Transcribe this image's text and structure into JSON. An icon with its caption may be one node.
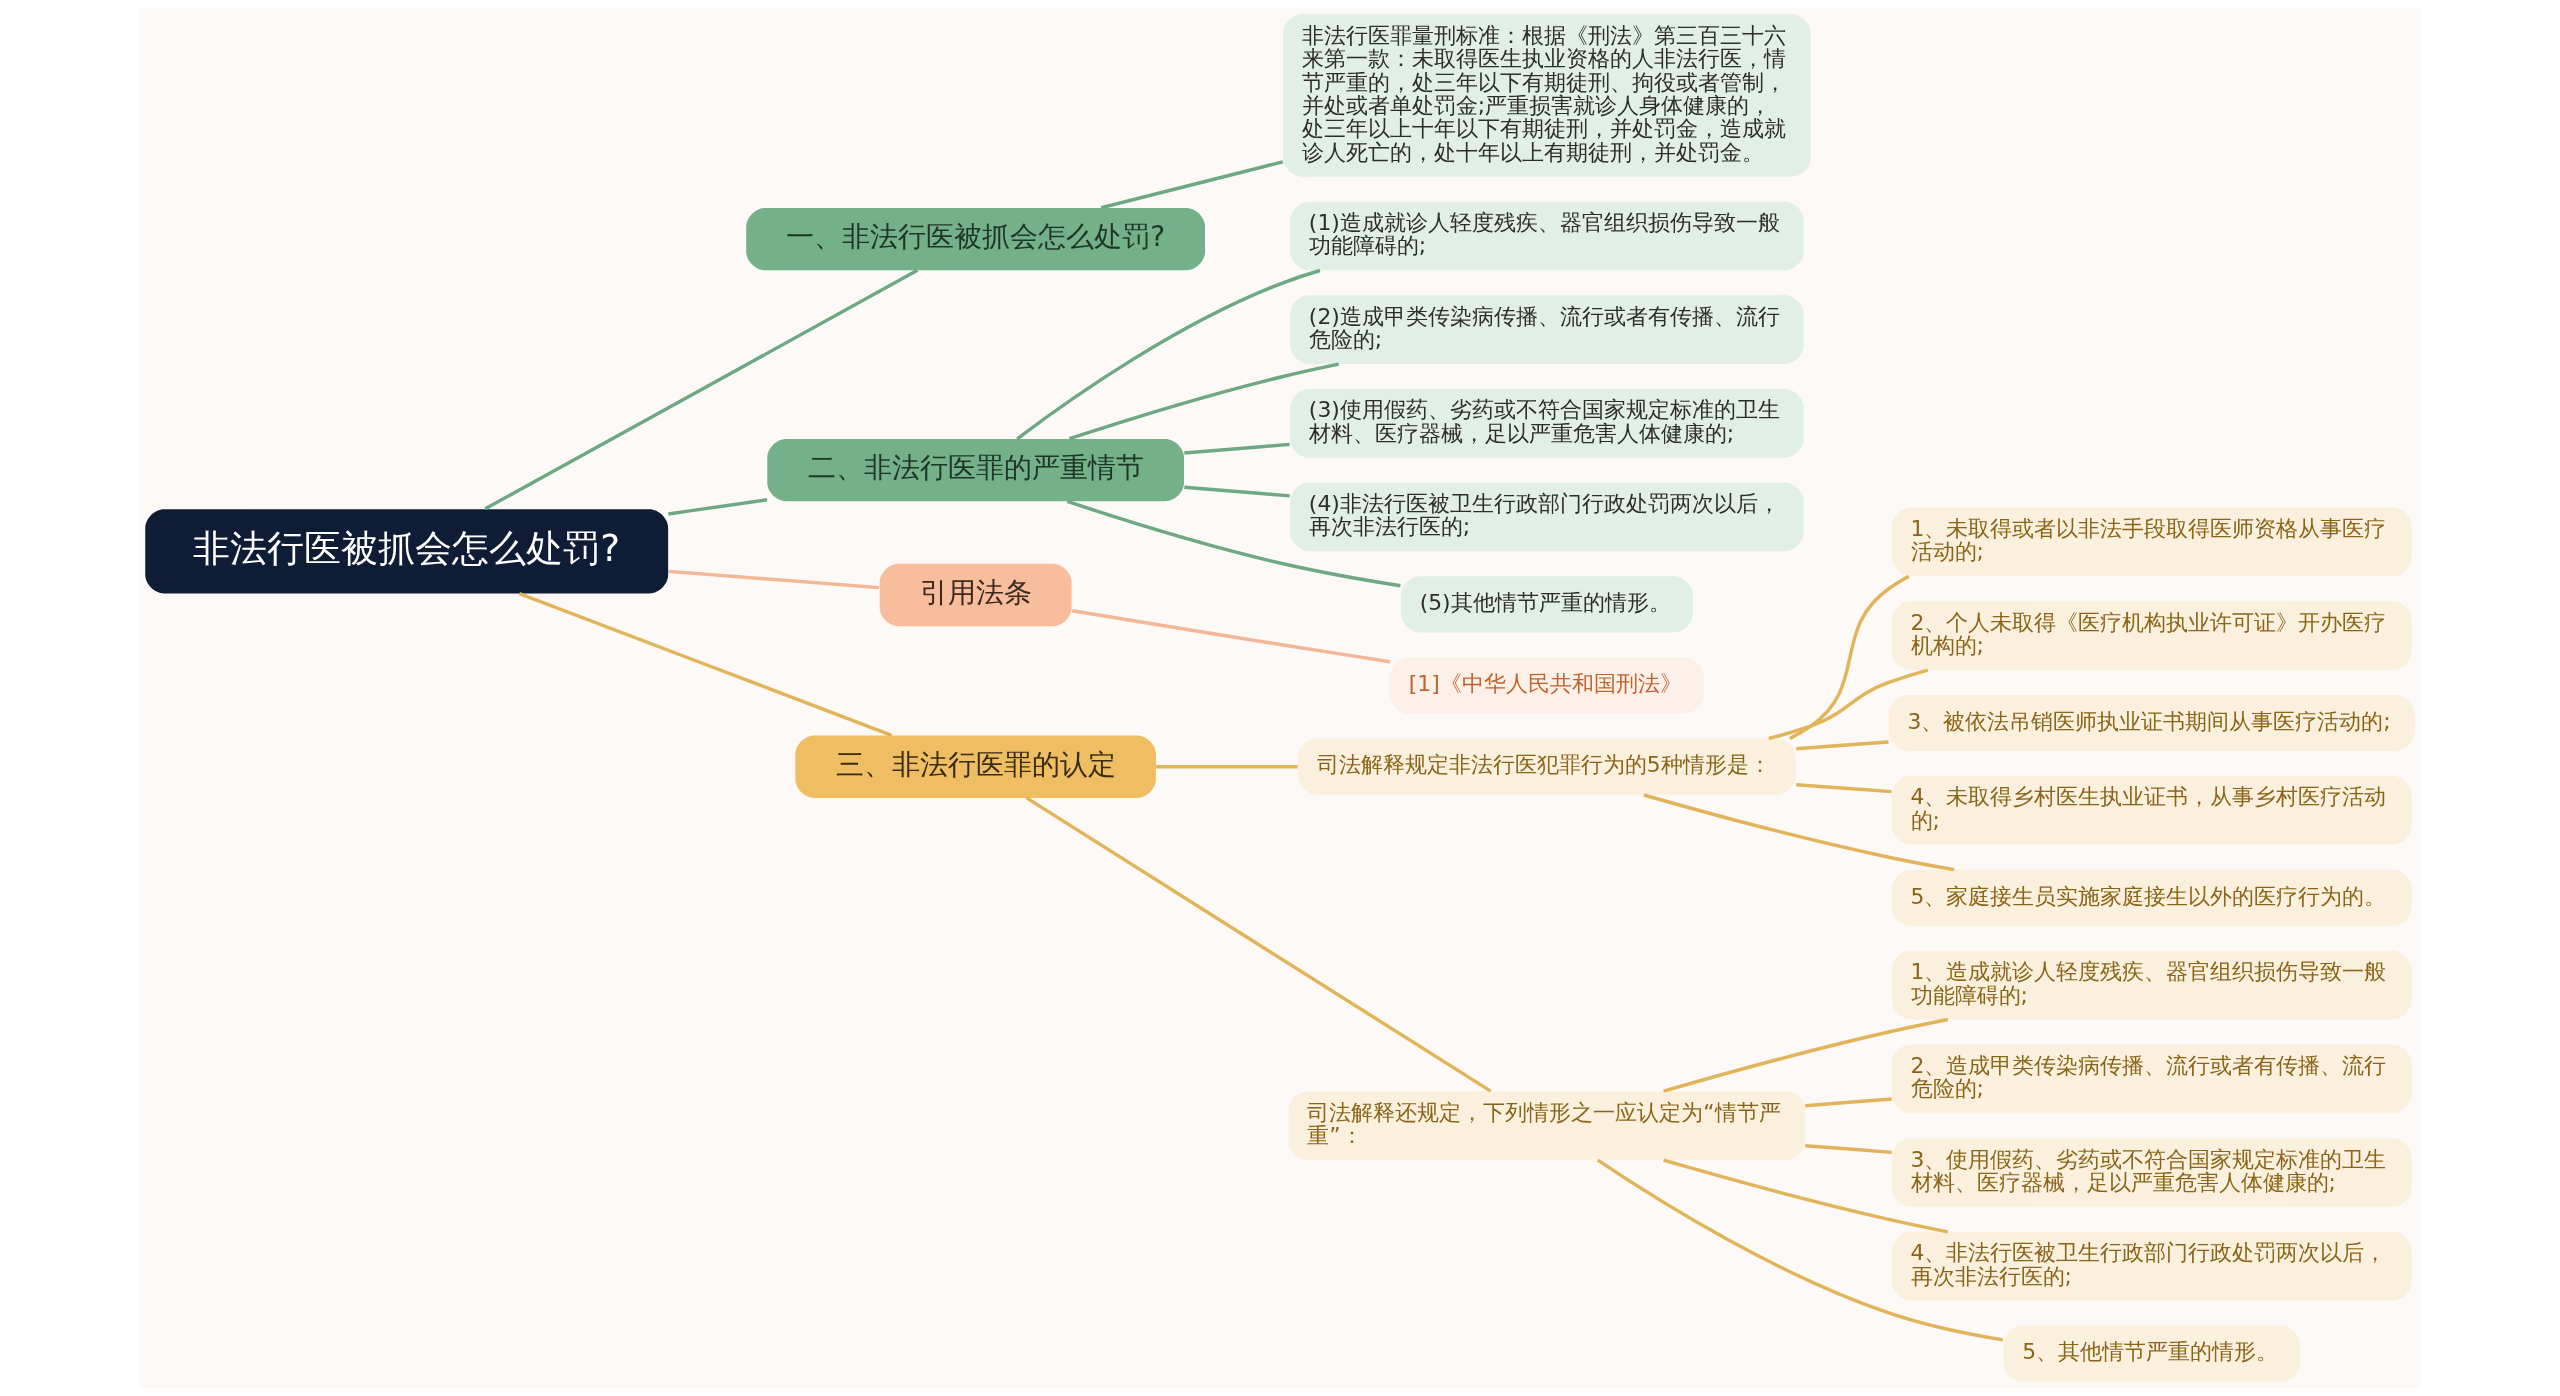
{
  "diagram": {
    "nodes": [
      {
        "text": [
          "非法行医被抓会怎么处罚?"
        ]
      },
      {
        "text": [
          "一、非法行医被抓会怎么处罚?"
        ]
      },
      {
        "text": [
          "非法行医罪量刑标准：根据《刑法》第三百三十六来第一款：未取得医生执业资格的人非法行医，情节严重的，处三年以下有期徒刑、拘役或者管制，并处或者单处罚金;严重损害就诊人身体健康的，处三年以上十年以下有期徒刑，并处罚金，造成就诊人死亡的，处十年以上有期徒刑，并处罚金。"
        ]
      },
      {
        "text": [
          "二、非法行医罪的严重情节"
        ]
      },
      {
        "text": [
          "(1)造成就诊人轻度残疾、器官组织损伤导致一般功能障碍的;"
        ]
      },
      {
        "text": [
          "(2)造成甲类传染病传播、流行或者有传播、流行危险的;"
        ]
      },
      {
        "text": [
          "(3)使用假药、劣药或不符合国家规定标准的卫生材料、医疗器械，足以严重危害人体健康的;"
        ]
      },
      {
        "text": [
          "(4)非法行医被卫生行政部门行政处罚两次以后，再次非法行医的;"
        ]
      },
      {
        "text": [
          "(5)其他情节严重的情形。"
        ]
      },
      {
        "text": [
          "引用法条"
        ]
      },
      {
        "text": [
          "[1]《中华人民共和国刑法》"
        ]
      },
      {
        "text": [
          "三、非法行医罪的认定"
        ]
      },
      {
        "text": [
          "司法解释规定非法行医犯罪行为的5种情形是："
        ]
      },
      {
        "text": [
          "1、未取得或者以非法手段取得医师资格从事医疗活动的;"
        ]
      },
      {
        "text": [
          "2、个人未取得《医疗机构执业许可证》开办医疗机构的;"
        ]
      },
      {
        "text": [
          "3、被依法吊销医师执业证书期间从事医疗活动的;"
        ]
      },
      {
        "text": [
          "4、未取得乡村医生执业证书，从事乡村医疗活动的;"
        ]
      },
      {
        "text": [
          "5、家庭接生员实施家庭接生以外的医疗行为的。"
        ]
      },
      {
        "text": [
          "司法解释还规定，下列情形之一应认定为“情节严重”："
        ]
      },
      {
        "text": [
          "1、造成就诊人轻度残疾、器官组织损伤导致一般功能障碍的;"
        ]
      },
      {
        "text": [
          "2、造成甲类传染病传播、流行或者有传播、流行危险的;"
        ]
      },
      {
        "text": [
          "3、使用假药、劣药或不符合国家规定标准的卫生材料、医疗器械，足以严重危害人体健康的;"
        ]
      },
      {
        "text": [
          "4、非法行医被卫生行政部门行政处罚两次以后，再次非法行医的;"
        ]
      },
      {
        "text": [
          "5、其他情节严重的情形。"
        ]
      }
    ],
    "edges": [
      {
        "from": 0,
        "to": 1,
        "arrow": "none",
        "color": "#6ea883"
      },
      {
        "from": 1,
        "to": 2,
        "arrow": "none",
        "color": "#6ea883"
      },
      {
        "from": 0,
        "to": 3,
        "arrow": "none",
        "color": "#6ea883"
      },
      {
        "from": 3,
        "to": 4,
        "arrow": "none",
        "color": "#6ea883"
      },
      {
        "from": 3,
        "to": 5,
        "arrow": "none",
        "color": "#6ea883"
      },
      {
        "from": 3,
        "to": 6,
        "arrow": "none",
        "color": "#6ea883"
      },
      {
        "from": 3,
        "to": 7,
        "arrow": "none",
        "color": "#6ea883"
      },
      {
        "from": 3,
        "to": 8,
        "arrow": "none",
        "color": "#6ea883"
      },
      {
        "from": 0,
        "to": 9,
        "arrow": "none",
        "color": "#f2b797"
      },
      {
        "from": 9,
        "to": 10,
        "arrow": "none",
        "color": "#f2b797"
      },
      {
        "from": 0,
        "to": 11,
        "arrow": "none"
      },
      {
        "from": 11,
        "to": 12,
        "arrow": "none"
      },
      {
        "from": 12,
        "to": 13,
        "arrow": "none"
      },
      {
        "from": 12,
        "to": 14,
        "arrow": "none"
      },
      {
        "from": 12,
        "to": 15,
        "arrow": "none"
      },
      {
        "from": 12,
        "to": 16,
        "arrow": "none"
      },
      {
        "from": 12,
        "to": 17,
        "arrow": "none"
      },
      {
        "from": 11,
        "to": 18,
        "arrow": "none"
      },
      {
        "from": 18,
        "to": 19,
        "arrow": "none"
      },
      {
        "from": 18,
        "to": 20,
        "arrow": "none"
      },
      {
        "from": 18,
        "to": 21,
        "arrow": "none"
      },
      {
        "from": 18,
        "to": 22,
        "arrow": "none"
      },
      {
        "from": 18,
        "to": 23,
        "arrow": "none"
      }
    ]
  }
}
